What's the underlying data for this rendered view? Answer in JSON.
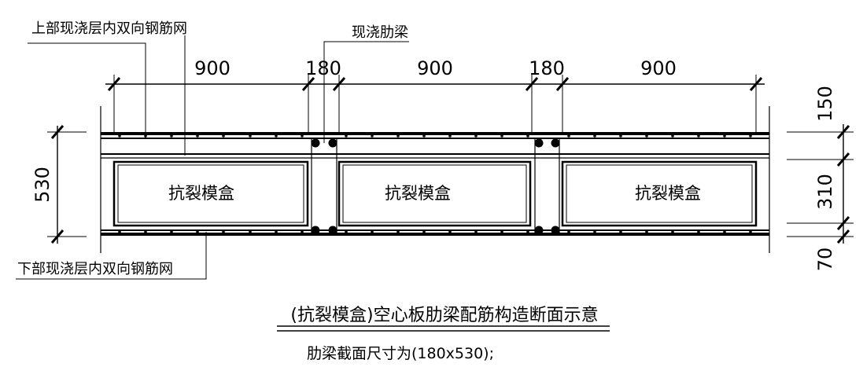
{
  "labels": {
    "top_mesh": "上部现浇层内双向钢筋网",
    "rib_beam": "现浇肋梁",
    "bottom_mesh": "下部现浇层内双向钢筋网"
  },
  "top_dimensions": [
    "900",
    "180",
    "900",
    "180",
    "900"
  ],
  "right_dimensions": [
    "150",
    "310",
    "70"
  ],
  "left_dimension": "530",
  "boxes": [
    "抗裂模盒",
    "抗裂模盒",
    "抗裂模盒"
  ],
  "title": "(抗裂模盒)空心板肋梁配筋构造断面示意",
  "note": "肋梁截面尺寸为(180x530);"
}
